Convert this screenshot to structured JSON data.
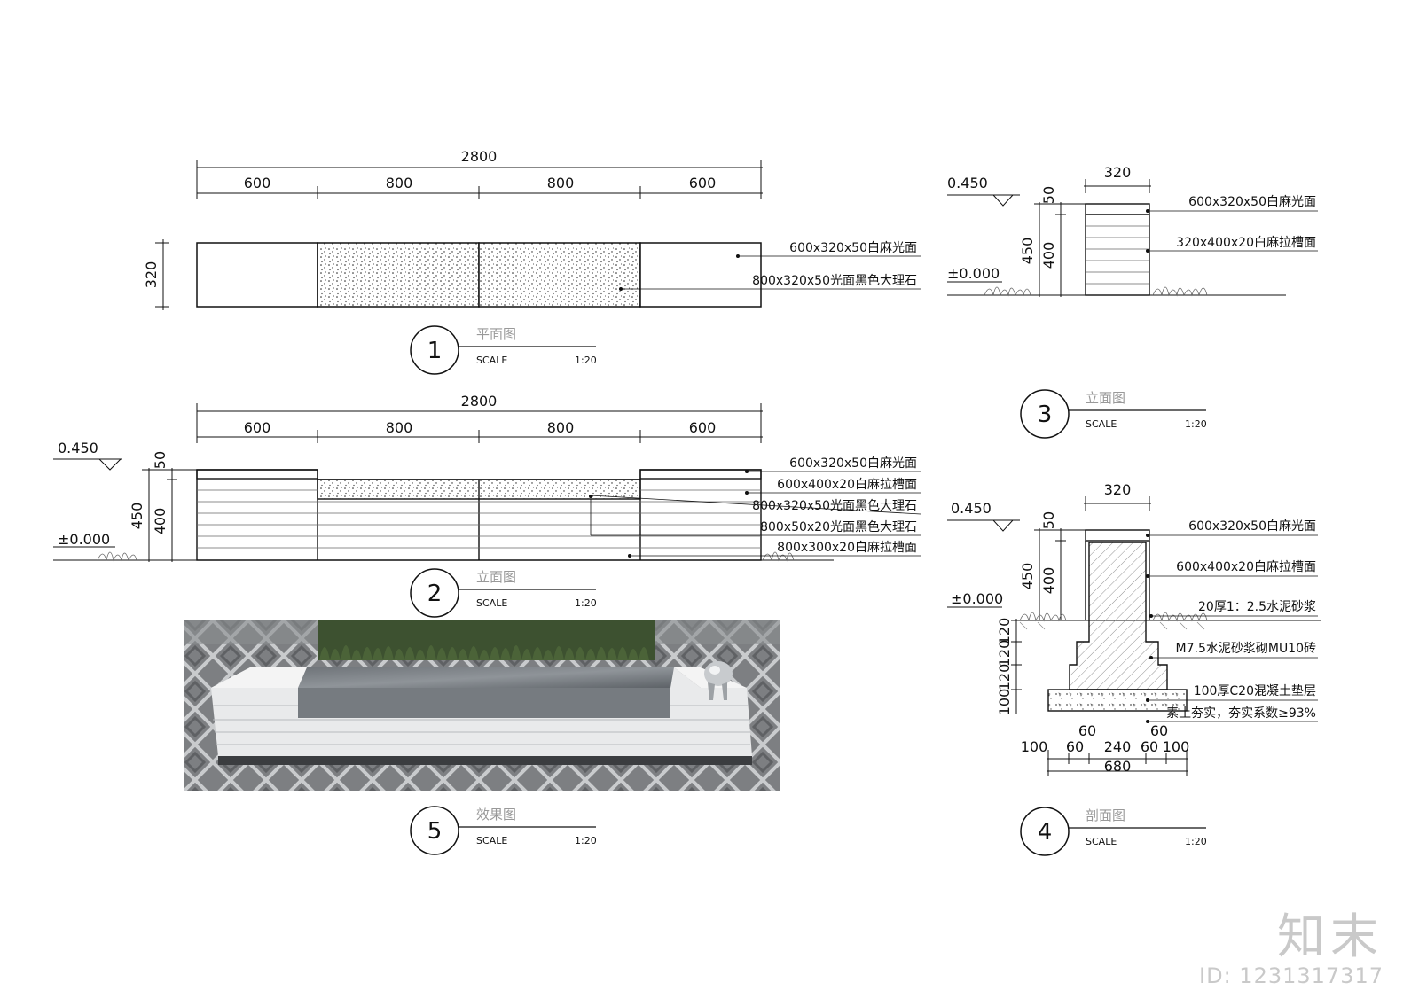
{
  "plan": {
    "total": "2800",
    "segments": [
      "600",
      "800",
      "800",
      "600"
    ],
    "depth": "320",
    "labels": [
      "600x320x50白麻光面",
      "800x320x50光面黑色大理石"
    ],
    "title": "平面图",
    "num": "1",
    "scale_label": "SCALE",
    "scale": "1:20"
  },
  "elev_front": {
    "total": "2800",
    "segments": [
      "600",
      "800",
      "800",
      "600"
    ],
    "lvl_top": "0.450",
    "lvl_ground": "±0.000",
    "h_total": "450",
    "h_top": "50",
    "h_body": "400",
    "labels": [
      "600x320x50白麻光面",
      "600x400x20白麻拉槽面",
      "800x320x50光面黑色大理石",
      "800x50x20光面黑色大理石",
      "800x300x20白麻拉槽面"
    ],
    "title": "立面图",
    "num": "2",
    "scale_label": "SCALE",
    "scale": "1:20"
  },
  "elev_side": {
    "width": "320",
    "lvl_top": "0.450",
    "lvl_ground": "±0.000",
    "h_total": "450",
    "h_top": "50",
    "h_body": "400",
    "labels": [
      "600x320x50白麻光面",
      "320x400x20白麻拉槽面"
    ],
    "title": "立面图",
    "num": "3",
    "scale_label": "SCALE",
    "scale": "1:20"
  },
  "section": {
    "width": "320",
    "lvl_top": "0.450",
    "lvl_ground": "±0.000",
    "h_total": "450",
    "h_top": "50",
    "h_body": "400",
    "footing_dims": [
      "120",
      "120",
      "120",
      "100"
    ],
    "base_dims": [
      "100",
      "60",
      "240",
      "60",
      "100"
    ],
    "step_dim_left": "60",
    "step_dim_right": "60",
    "base_total": "680",
    "labels": [
      "600x320x50白麻光面",
      "600x400x20白麻拉槽面",
      "20厚1：2.5水泥砂浆",
      "M7.5水泥砂浆砌MU10砖",
      "100厚C20混凝土垫层",
      "素土夯实，夯实系数≥93%"
    ],
    "title": "剖面图",
    "num": "4",
    "scale_label": "SCALE",
    "scale": "1:20"
  },
  "render": {
    "title": "效果图",
    "num": "5",
    "scale_label": "SCALE",
    "scale": "1:20"
  },
  "watermark": {
    "logo": "知末",
    "id": "ID: 1231317317"
  }
}
